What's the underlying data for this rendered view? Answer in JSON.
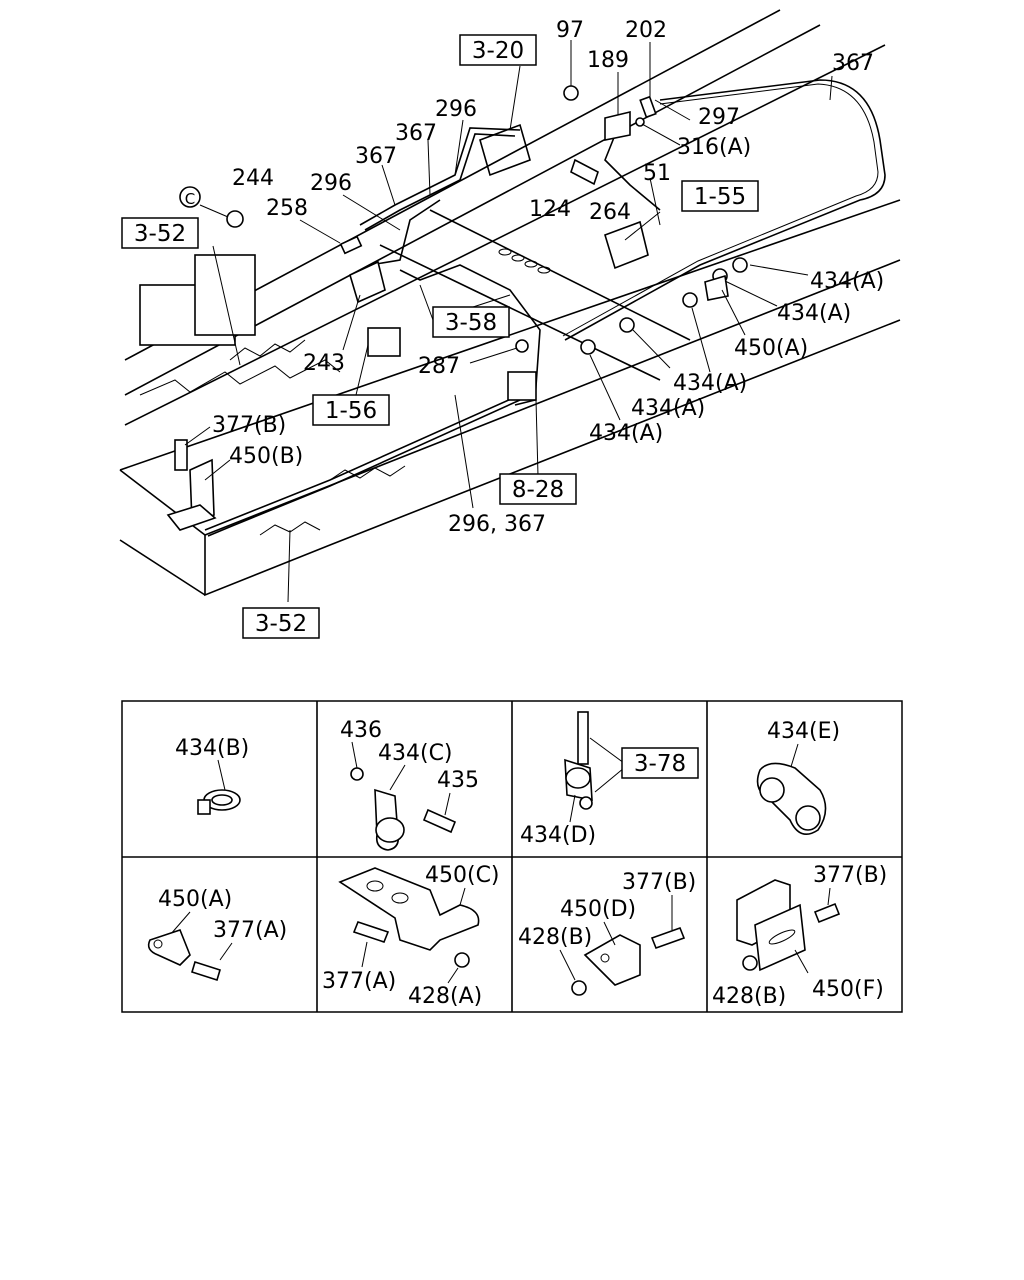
{
  "main_labels": {
    "l97": "97",
    "l202": "202",
    "l189": "189",
    "l367_top": "367",
    "l297": "297",
    "l316a": "316(A)",
    "l296_a": "296",
    "l367_a": "367",
    "l367_b": "367",
    "l296_b": "296",
    "l244": "244",
    "l258": "258",
    "l51": "51",
    "l124": "124",
    "l264": "264",
    "l434a_1": "434(A)",
    "l434a_2": "434(A)",
    "l450a": "450(A)",
    "l434a_3": "434(A)",
    "l434a_4": "434(A)",
    "l434a_5": "434(A)",
    "l243": "243",
    "l287": "287",
    "l377b": "377(B)",
    "l450b": "450(B)",
    "l296_367": "296, 367",
    "c_mark": "C"
  },
  "reference_boxes": {
    "r3_20": "3-20",
    "r3_52_top": "3-52",
    "r1_55": "1-55",
    "r3_58": "3-58",
    "r1_56": "1-56",
    "r8_28": "8-28",
    "r3_52_bottom": "3-52"
  },
  "detail_table": {
    "c1": {
      "label": "434(B)"
    },
    "c2": {
      "label_436": "436",
      "label_434c": "434(C)",
      "label_435": "435"
    },
    "c3": {
      "label_434d": "434(D)",
      "ref": "3-78"
    },
    "c4": {
      "label": "434(E)"
    },
    "c5": {
      "label_450a": "450(A)",
      "label_377a": "377(A)"
    },
    "c6": {
      "label_450c": "450(C)",
      "label_377a": "377(A)",
      "label_428a": "428(A)"
    },
    "c7": {
      "label_377b": "377(B)",
      "label_450d": "450(D)",
      "label_428b": "428(B)"
    },
    "c8": {
      "label_377b": "377(B)",
      "label_428b": "428(B)",
      "label_450f": "450(F)"
    }
  }
}
